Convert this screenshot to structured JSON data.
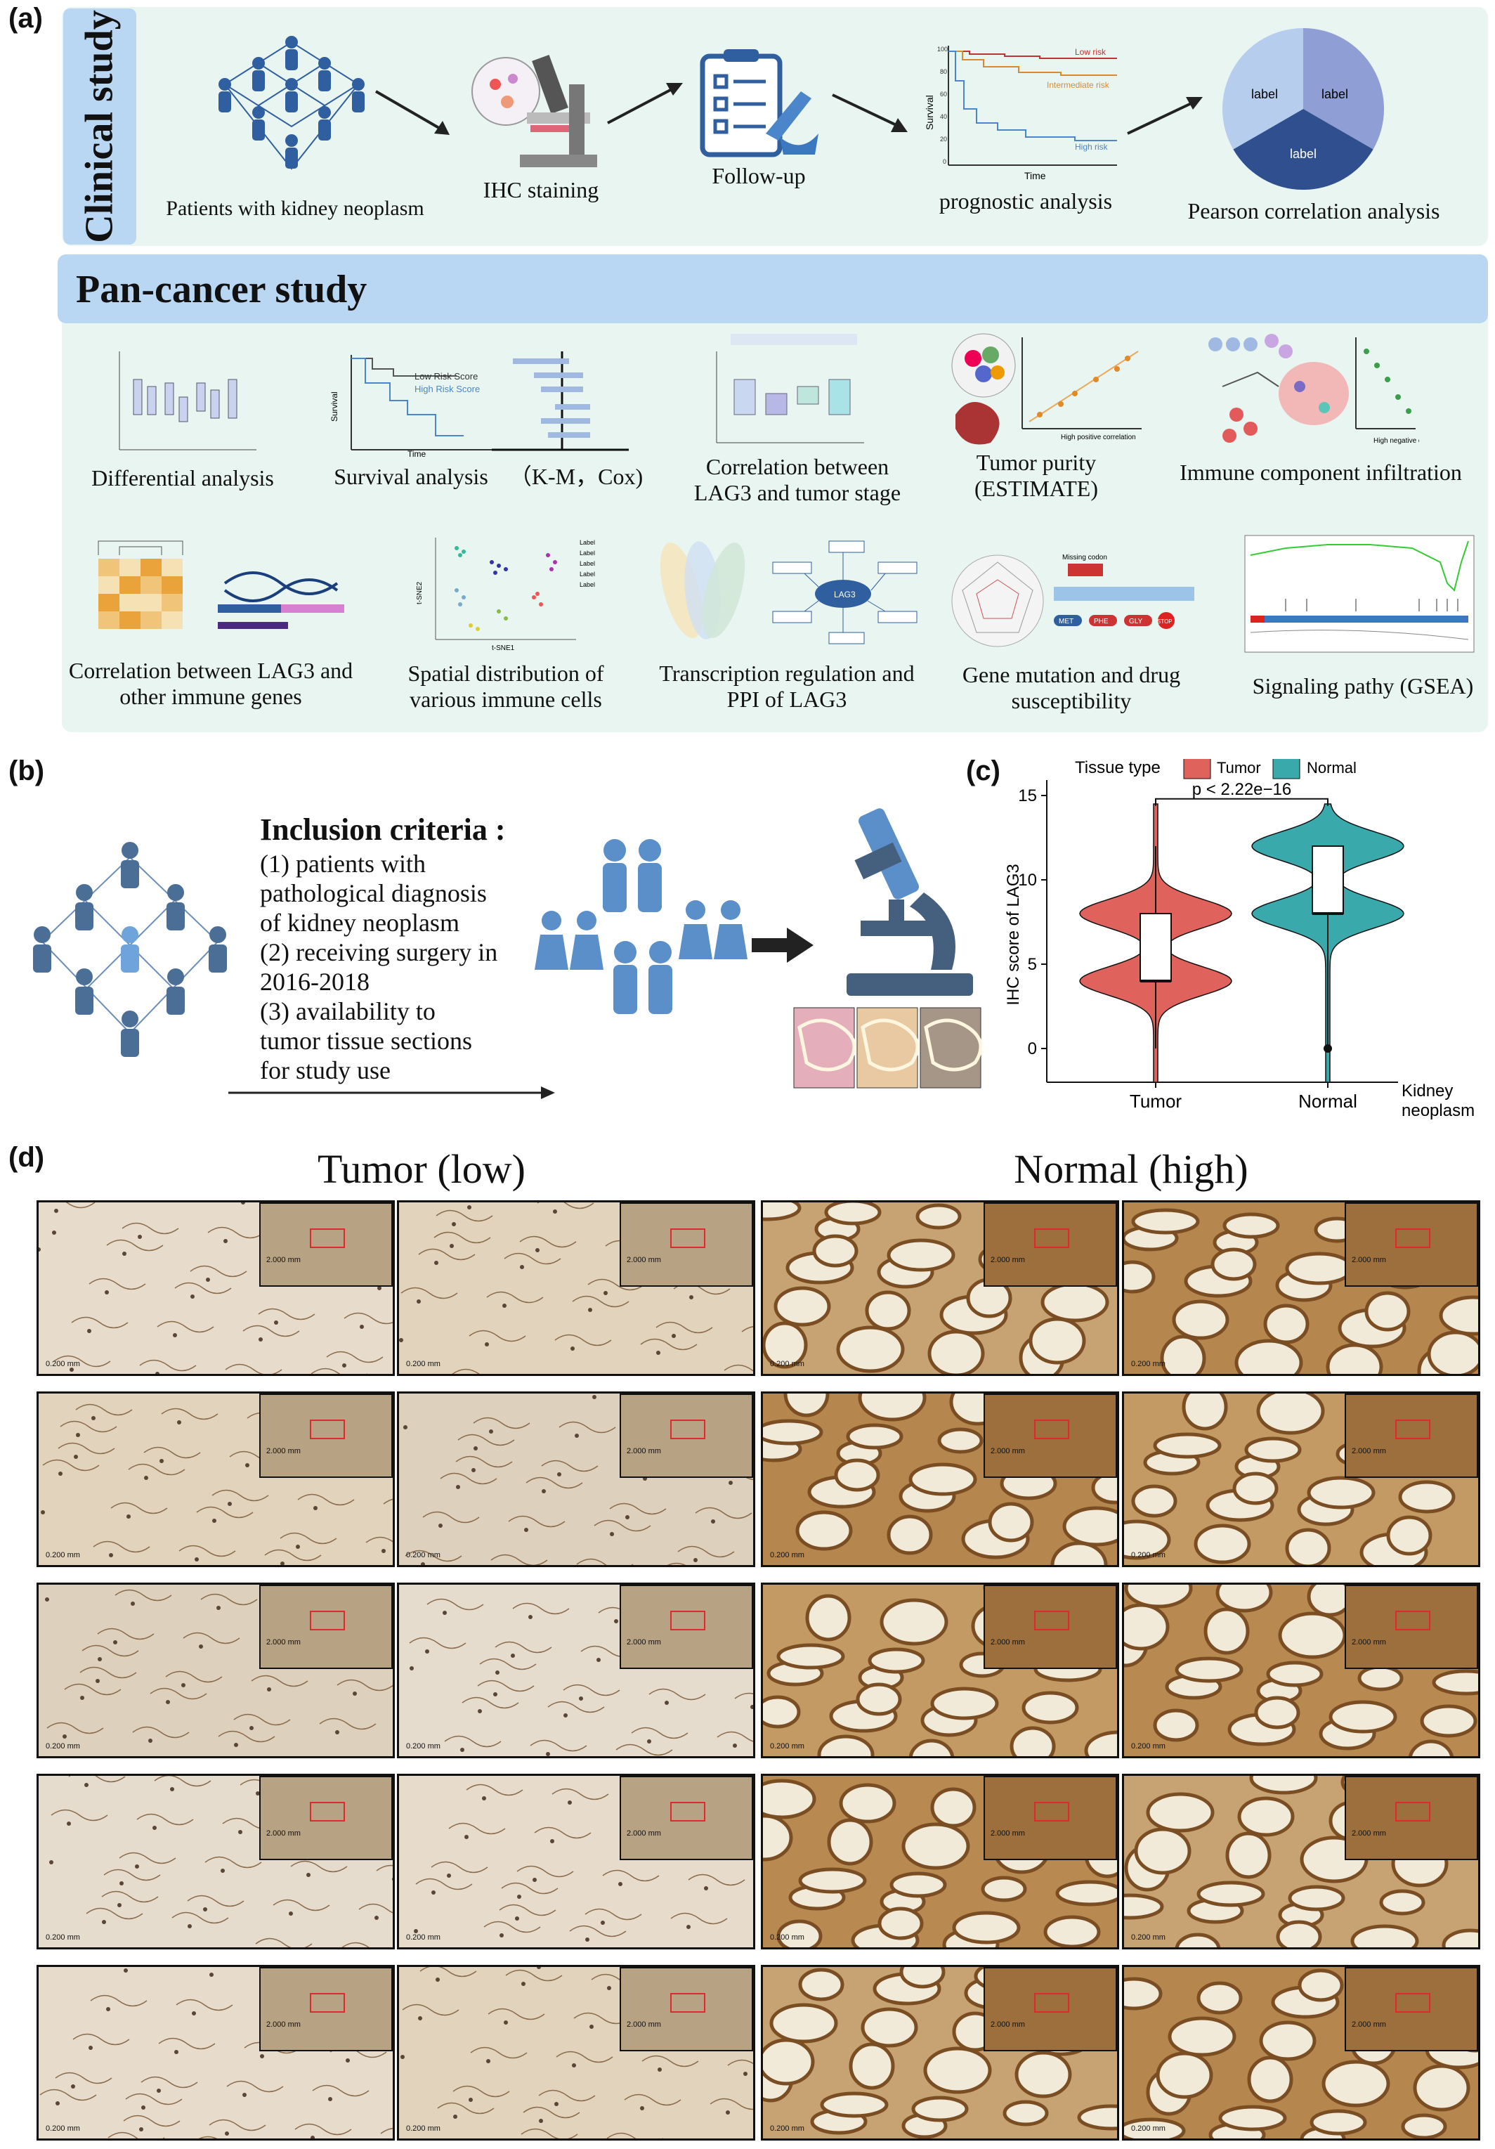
{
  "labels": {
    "a": "(a)",
    "b": "(b)",
    "c": "(c)",
    "d": "(d)"
  },
  "clinical": {
    "title": "Clinical study",
    "steps": [
      "Patients with kidney neoplasm",
      "IHC staining",
      "Follow-up",
      "prognostic analysis",
      "Pearson correlation analysis"
    ],
    "km_legend": [
      "Low risk",
      "Intermediate risk",
      "High risk"
    ],
    "km_axis": {
      "y": "Survival",
      "x": "Time",
      "ticks": [
        "100",
        "80",
        "60",
        "40",
        "20",
        "0"
      ]
    },
    "pie_labels": [
      "label",
      "label",
      "label"
    ]
  },
  "pan": {
    "title": "Pan-cancer study",
    "row1": [
      "Differential analysis",
      "Survival analysis",
      "（K-M，Cox)",
      "Correlation between LAG3 and tumor stage",
      "Tumor purity (ESTIMATE)",
      "Immune component infiltration"
    ],
    "row2": [
      "Correlation between LAG3 and other immune genes",
      "Spatial distribution of various immune cells",
      "Transcription regulation and PPI of LAG3",
      "Gene mutation and drug susceptibility",
      "Signaling pathy (GSEA)"
    ],
    "mini": {
      "low": "Low Risk Score",
      "high": "High Risk Score",
      "surv": "Survival",
      "time": "Time",
      "hp": "High positive correlation",
      "hn": "High negative correlation",
      "missing": "Missing codon",
      "codons": [
        "MET",
        "PHE",
        "GLY",
        "STOP"
      ],
      "lag3": "LAG3",
      "tsne1": "t-SNE1",
      "tsne2": "t-SNE2",
      "label": "Label"
    }
  },
  "b": {
    "heading": "Inclusion criteria :",
    "items": [
      "(1) patients with",
      "pathological diagnosis",
      "of kidney neoplasm",
      "(2) receiving surgery in",
      "2016-2018",
      "(3) availability to",
      "tumor tissue sections",
      "for study use"
    ]
  },
  "colors": {
    "tumor": "#e0625c",
    "normal": "#3aa9ac",
    "accent": "#b9d7f3",
    "panel": "#e9f5f1"
  },
  "chart_data": {
    "type": "violin",
    "legend_title": "Tissue type",
    "series": [
      {
        "name": "Tumor",
        "median": 4,
        "q1": 4,
        "q3": 8,
        "whisker": [
          0,
          12
        ],
        "modes": [
          4,
          8
        ]
      },
      {
        "name": "Normal",
        "median": 8,
        "q1": 8,
        "q3": 12,
        "whisker": [
          0,
          12
        ],
        "outlier": 0,
        "modes": [
          8,
          12
        ]
      }
    ],
    "categories": [
      "Tumor",
      "Normal"
    ],
    "ylabel": "IHC score of LAG3",
    "xlabel": "Kidney neoplasm",
    "yticks": [
      "0",
      "5",
      "10",
      "15"
    ],
    "ylim": [
      -2,
      15.5
    ],
    "annotation": "p < 2.22e−16"
  },
  "d": {
    "titles": [
      "Tumor (low)",
      "Normal (high)"
    ],
    "scale_main": "0.200 mm",
    "scale_inset": "2.000 mm"
  }
}
